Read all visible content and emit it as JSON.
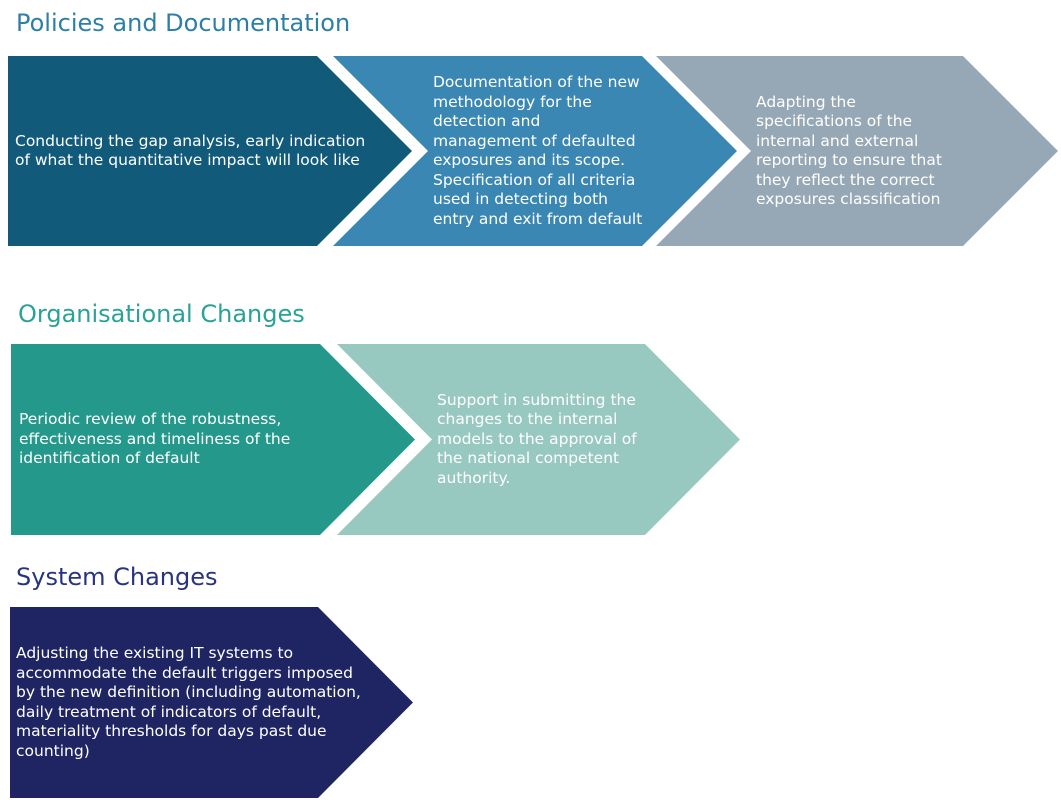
{
  "colors": {
    "policies_title": "#2d7fa6",
    "org_title": "#2aa396",
    "system_title": "#283481",
    "policies_1": "#125a7a",
    "policies_2": "#3a87b3",
    "policies_3": "#96a8b6",
    "org_1": "#24998b",
    "org_2": "#98c9c0",
    "system_1": "#1f2562"
  },
  "sections": {
    "policies": {
      "title": "Policies and Documentation",
      "steps": [
        "Conducting the gap analysis, early indication of what the quantitative impact will look like",
        "Documentation of the new methodology for the detection and management of defaulted exposures and its scope. Specification of all criteria used in detecting both entry and exit from default",
        "Adapting the specifications of the internal and external reporting to ensure that they reflect the correct exposures classification"
      ]
    },
    "organisational": {
      "title": "Organisational Changes",
      "steps": [
        "Periodic review of the robustness, effectiveness and timeliness of the identification of default",
        "Support in submitting the changes to the internal models to the approval of the national competent authority."
      ]
    },
    "system": {
      "title": "System Changes",
      "steps": [
        "Adjusting the existing IT systems to accommodate the default triggers imposed by the new definition (including automation, daily treatment of indicators of default, materiality thresholds for days past due counting)"
      ]
    }
  }
}
